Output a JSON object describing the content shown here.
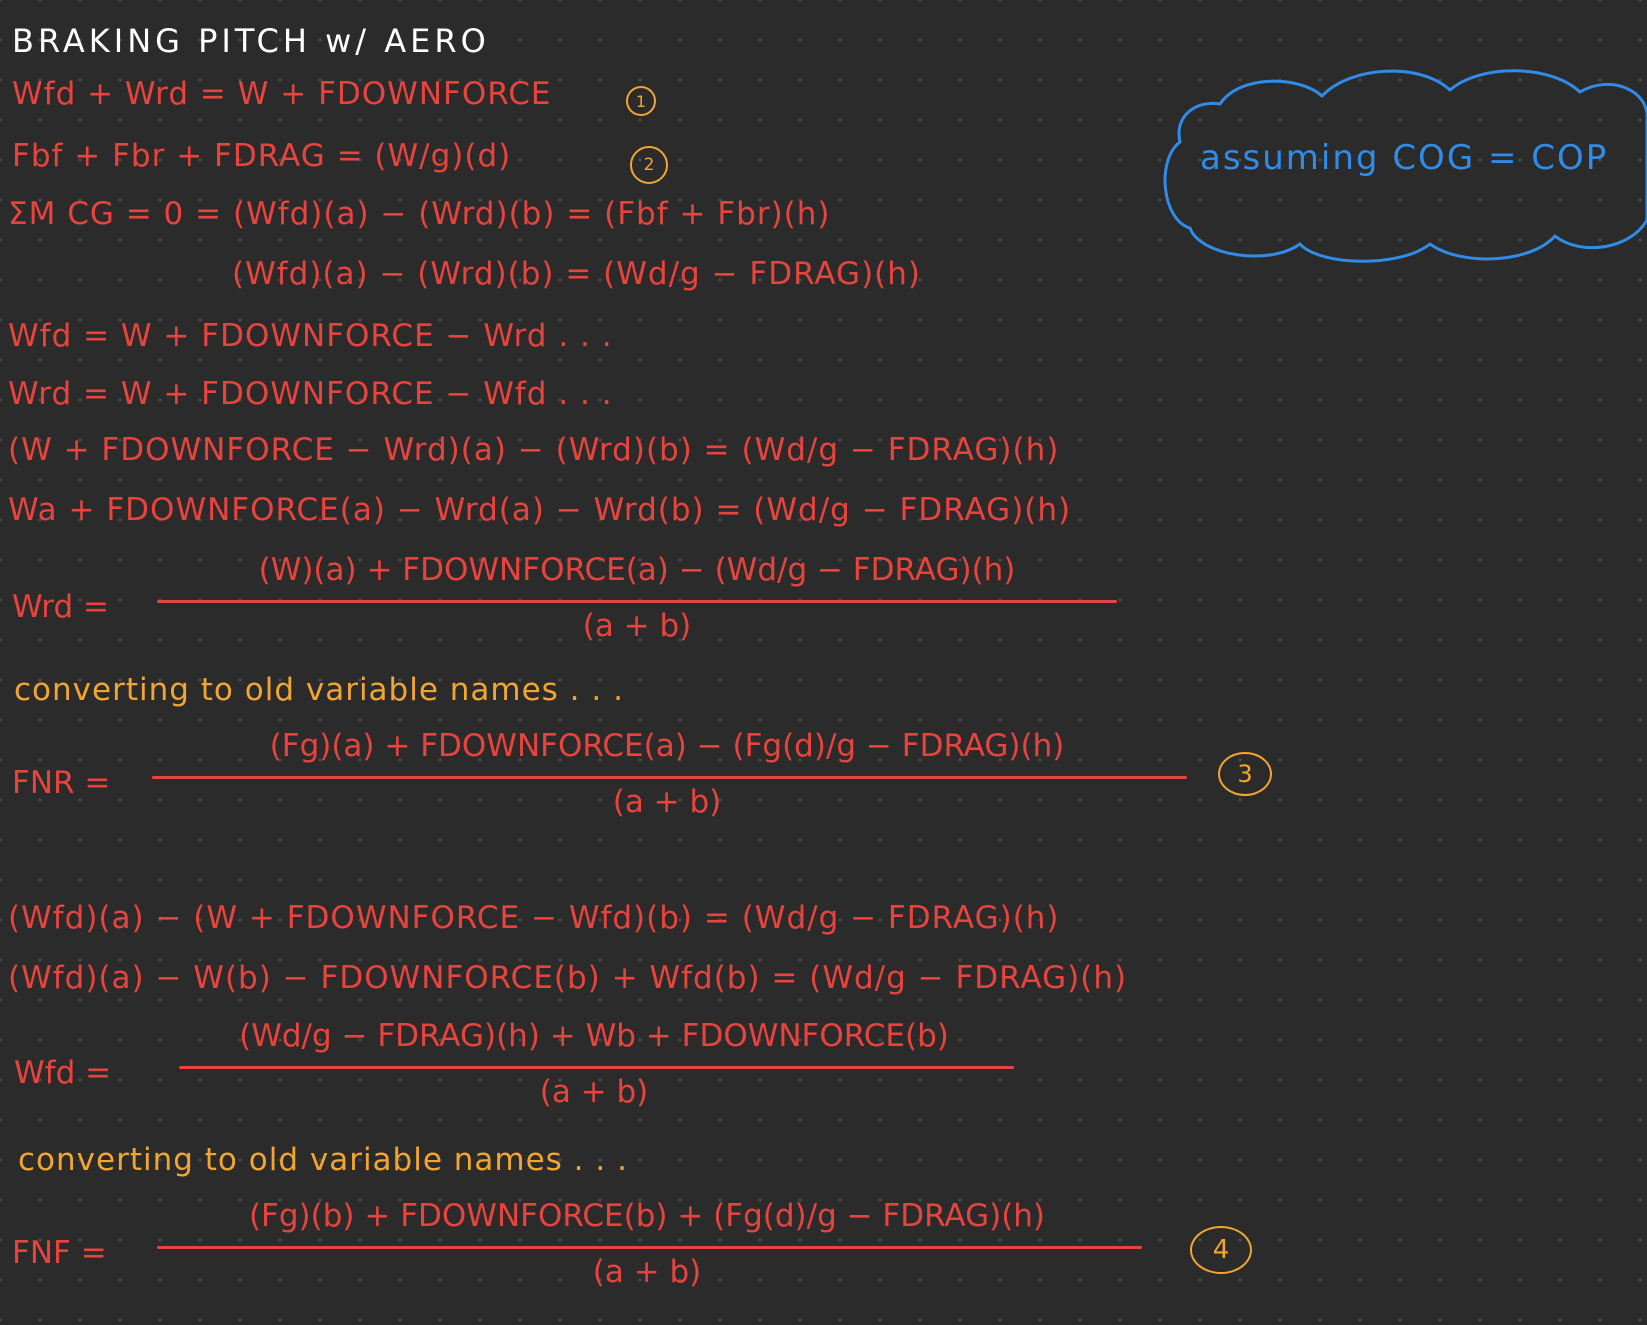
{
  "title": "BRAKING PITCH w/ AERO",
  "eq1": "Wfd + Wrd = W + FDOWNFORCE",
  "eq1_tag": "1",
  "eq2": "Fbf + Fbr + FDRAG = (W/g)(d)",
  "eq2_tag": "2",
  "eq3": "ΣM CG = 0 = (Wfd)(a) − (Wrd)(b) = (Fbf + Fbr)(h)",
  "eq4": "(Wfd)(a) − (Wrd)(b) = (Wd/g − FDRAG)(h)",
  "eq5": "Wfd = W + FDOWNFORCE − Wrd . . .",
  "eq6": "Wrd = W + FDOWNFORCE − Wfd . . .",
  "eq7": "(W + FDOWNFORCE − Wrd)(a) − (Wrd)(b) = (Wd/g − FDRAG)(h)",
  "eq8": "Wa + FDOWNFORCE(a) − Wrd(a) − Wrd(b) = (Wd/g − FDRAG)(h)",
  "frac1": {
    "lhs": "Wrd =",
    "num": "(W)(a) + FDOWNFORCE(a) − (Wd/g − FDRAG)(h)",
    "den": "(a + b)"
  },
  "note1": "converting to old variable names . . .",
  "frac2": {
    "lhs": "FNR =",
    "num": "(Fg)(a) + FDOWNFORCE(a) − (Fg(d)/g − FDRAG)(h)",
    "den": "(a + b)"
  },
  "frac2_tag": "3",
  "eq9": "(Wfd)(a) − (W + FDOWNFORCE − Wfd)(b) = (Wd/g − FDRAG)(h)",
  "eq10": "(Wfd)(a) − W(b) − FDOWNFORCE(b) + Wfd(b) = (Wd/g − FDRAG)(h)",
  "frac3": {
    "lhs": "Wfd =",
    "num": "(Wd/g − FDRAG)(h) + Wb + FDOWNFORCE(b)",
    "den": "(a + b)"
  },
  "note2": "converting to old variable names . . .",
  "frac4": {
    "lhs": "FNF =",
    "num": "(Fg)(b) + FDOWNFORCE(b) + (Fg(d)/g − FDRAG)(h)",
    "den": "(a + b)"
  },
  "frac4_tag": "4",
  "cloud_note": "assuming COG = COP",
  "colors": {
    "background": "#2b2b2b",
    "grid_dot": "#4d4d4d",
    "title": "#ffffff",
    "equation": "#e8443d",
    "tag": "#f3a531",
    "note": "#f3a531",
    "cloud": "#2f8ce8"
  }
}
